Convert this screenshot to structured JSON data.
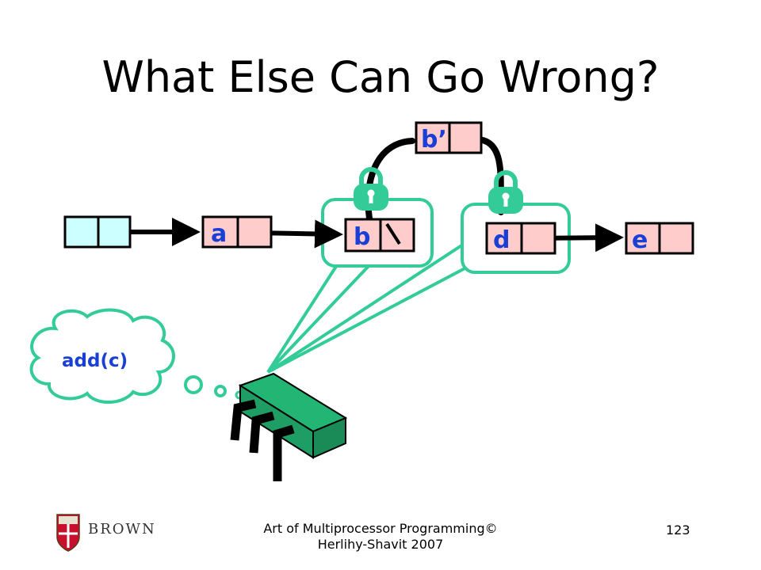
{
  "slide": {
    "title": "What Else Can Go Wrong?",
    "page_number": "123",
    "footer": "Art of Multiprocessor Programming© Herlihy-Shavit 2007",
    "logo_text": "BROWN"
  },
  "nodes": {
    "head": "",
    "a": "a",
    "b": "b",
    "b_prime": "b’",
    "d": "d",
    "e": "e"
  },
  "thought": {
    "text": "add(c)"
  },
  "icons": [
    "padlock-icon",
    "padlock-icon",
    "processor-chip-icon",
    "thought-bubble",
    "brown-shield-logo"
  ],
  "colors": {
    "node_fill": "#ffcccc",
    "head_fill": "#ccffff",
    "highlight": "#33cc99",
    "chip": "#22b573",
    "label": "#1a3fd6"
  }
}
